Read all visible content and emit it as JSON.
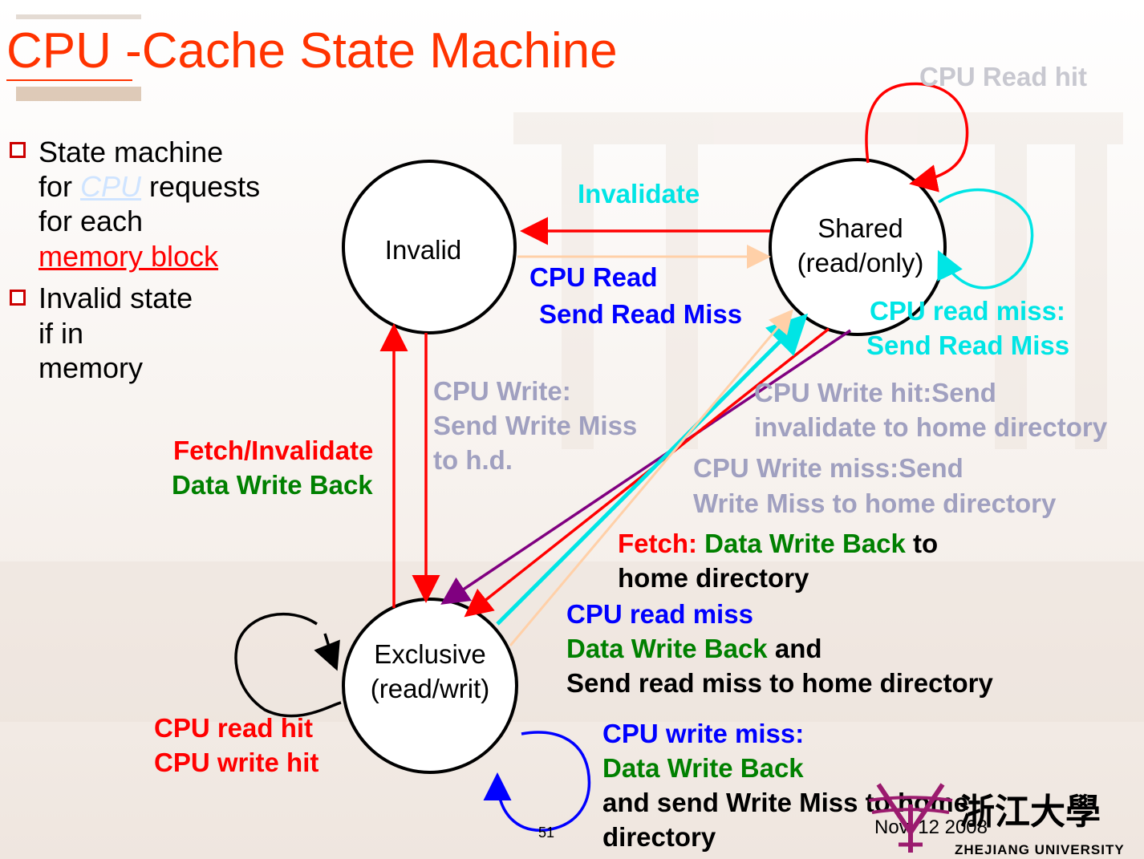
{
  "title": "CPU -Cache State Machine",
  "bullets": [
    {
      "lines": [
        "State machine",
        "for ",
        "CPU",
        " requests",
        "for each",
        "memory block"
      ]
    },
    {
      "lines": [
        "Invalid state",
        "if in",
        "memory"
      ]
    }
  ],
  "states": {
    "invalid": "Invalid",
    "shared": [
      "Shared",
      "(read/only)"
    ],
    "exclusive": [
      "Exclusive",
      "(read/writ)"
    ]
  },
  "labels": {
    "cpu_read_hit_top": "CPU Read hit",
    "invalidate": "Invalidate",
    "cpu_read": "CPU Read",
    "send_read_miss": "Send Read Miss",
    "cpu_read_miss_shared": "CPU read miss:",
    "send_read_miss_shared": "Send Read Miss",
    "cpu_write": "CPU Write:",
    "send_write_miss": "Send Write Miss",
    "to_hd": "to h.d.",
    "fetch_invalidate": "Fetch/Invalidate",
    "data_write_back": "Data Write Back",
    "write_hit_send": "CPU Write hit:Send",
    "invalidate_home": "invalidate to home directory",
    "write_miss_send": "CPU Write miss:Send",
    "write_miss_home": "Write Miss to home directory",
    "fetch": "Fetch:",
    "fetch_dwb": "Data Write Back",
    "fetch_to": "to",
    "home_directory": "home directory",
    "cpu_read_miss": "CPU read miss",
    "dwb_and": "Data Write Back",
    "and": "and",
    "send_read_miss_home": "Send read miss to home directory",
    "cpu_read_hit": "CPU read hit",
    "cpu_write_hit": "CPU write hit",
    "cpu_write_miss": "CPU write miss:",
    "dwb_write_miss": "Data Write Back",
    "and_send_write_miss": "and send Write Miss to home",
    "directory": "directory"
  },
  "footer": {
    "page": "51",
    "date": "Nov. 12 2008",
    "university": "ZHEJIANG UNIVERSITY",
    "logo_chinese": "浙江大學"
  },
  "colors": {
    "title": "#ff3300",
    "red": "#ff0000",
    "blue": "#0000ff",
    "cyan": "#00e5e5",
    "green": "#008000",
    "grey": "#a0a0c0",
    "purple": "#800080",
    "peach": "#ffd0a8"
  }
}
